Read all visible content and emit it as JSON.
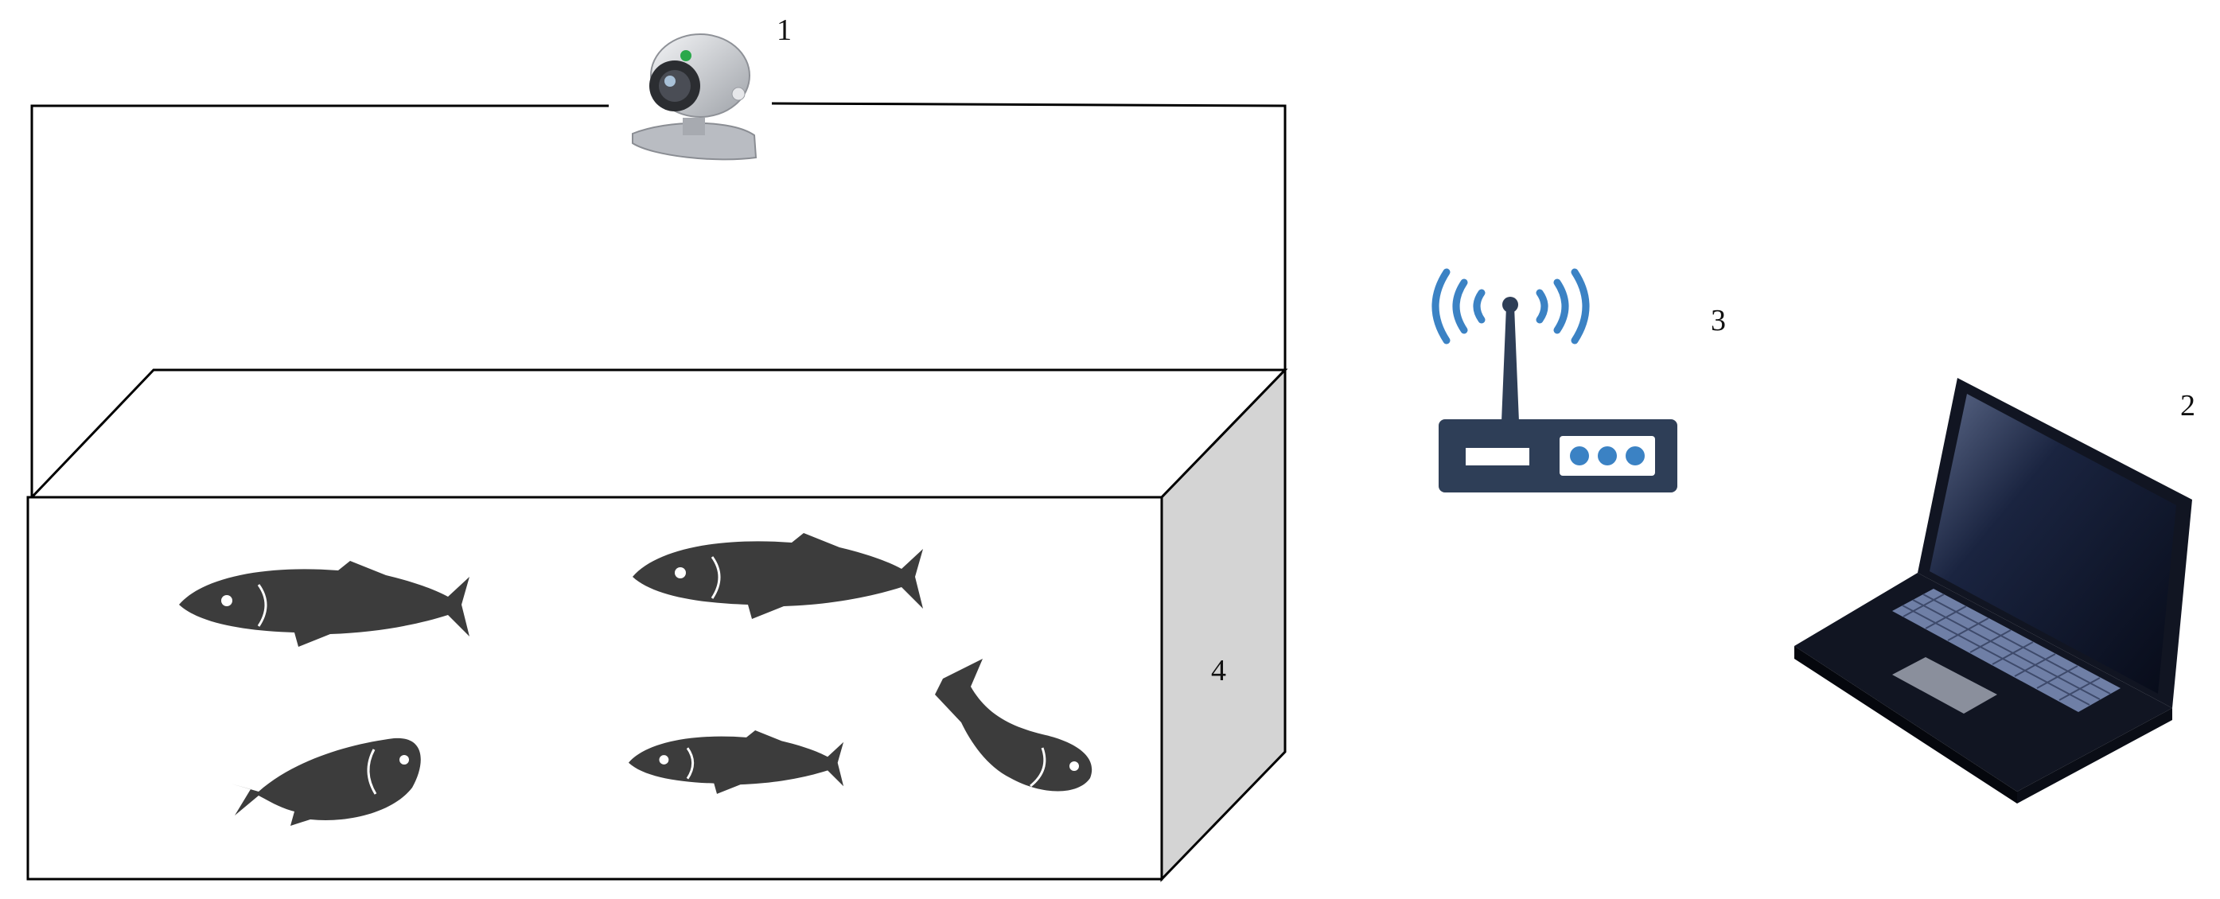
{
  "callouts": {
    "camera": "1",
    "laptop": "2",
    "router": "3",
    "tank": "4"
  },
  "colors": {
    "line": "#000000",
    "tank_side": "#d4d4d4",
    "fish": "#3c3c3c",
    "router_body": "#2e3e57",
    "wifi_waves": "#3b82c4",
    "laptop_body": "#111522",
    "laptop_screen": "#0f1730",
    "keyboard": "#6f7fa6",
    "camera_body": "#c9cbcf"
  },
  "icons": {
    "camera": "webcam-icon",
    "laptop": "laptop-icon",
    "router": "wifi-router-icon",
    "fish": "fish-icon"
  }
}
